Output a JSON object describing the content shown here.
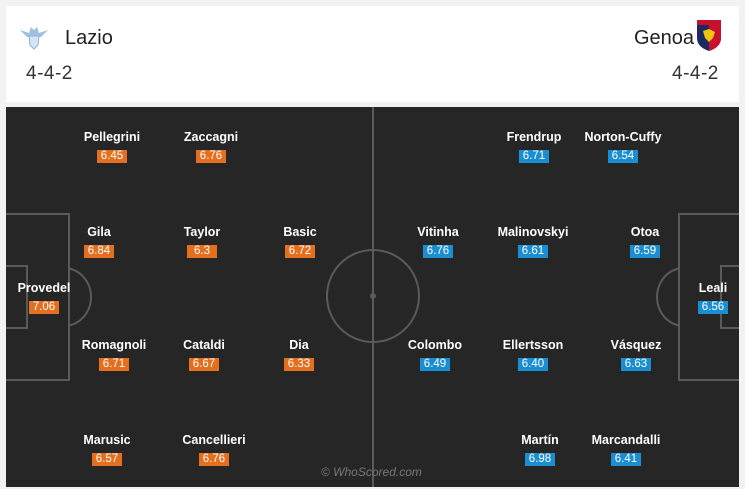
{
  "home": {
    "name": "Lazio",
    "formation": "4-4-2",
    "crest_icon": "lazio-eagle-crest-icon",
    "rating_color": "#e36f1f",
    "players": [
      {
        "id": "pellegrini",
        "name": "Pellegrini",
        "rating": "6.45"
      },
      {
        "id": "zaccagni",
        "name": "Zaccagni",
        "rating": "6.76"
      },
      {
        "id": "gila",
        "name": "Gila",
        "rating": "6.84"
      },
      {
        "id": "taylor",
        "name": "Taylor",
        "rating": "6.3"
      },
      {
        "id": "basic",
        "name": "Basic",
        "rating": "6.72"
      },
      {
        "id": "provedel",
        "name": "Provedel",
        "rating": "7.06"
      },
      {
        "id": "romagnoli",
        "name": "Romagnoli",
        "rating": "6.71"
      },
      {
        "id": "cataldi",
        "name": "Cataldi",
        "rating": "6.67"
      },
      {
        "id": "dia",
        "name": "Dia",
        "rating": "6.33"
      },
      {
        "id": "marusic",
        "name": "Marusic",
        "rating": "6.57"
      },
      {
        "id": "cancellieri",
        "name": "Cancellieri",
        "rating": "6.76"
      }
    ]
  },
  "away": {
    "name": "Genoa",
    "formation": "4-4-2",
    "crest_icon": "genoa-griffin-crest-icon",
    "rating_color": "#1a8ed1",
    "players": [
      {
        "id": "frendrup",
        "name": "Frendrup",
        "rating": "6.71"
      },
      {
        "id": "norton-cuffy",
        "name": "Norton-Cuffy",
        "rating": "6.54"
      },
      {
        "id": "vitinha",
        "name": "Vitinha",
        "rating": "6.76"
      },
      {
        "id": "malinovskyi",
        "name": "Malinovskyi",
        "rating": "6.61"
      },
      {
        "id": "otoa",
        "name": "Otoa",
        "rating": "6.59"
      },
      {
        "id": "leali",
        "name": "Leali",
        "rating": "6.56"
      },
      {
        "id": "colombo",
        "name": "Colombo",
        "rating": "6.49"
      },
      {
        "id": "ellertsson",
        "name": "Ellertsson",
        "rating": "6.40"
      },
      {
        "id": "vasquez",
        "name": "Vásquez",
        "rating": "6.63"
      },
      {
        "id": "martin",
        "name": "Martín",
        "rating": "6.98"
      },
      {
        "id": "marcandalli",
        "name": "Marcandalli",
        "rating": "6.41"
      }
    ]
  },
  "watermark": "© WhoScored.com"
}
